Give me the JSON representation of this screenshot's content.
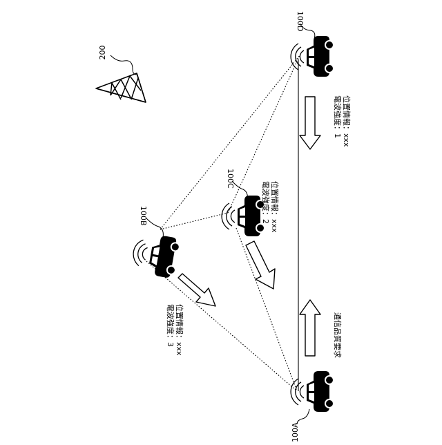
{
  "diagram": {
    "tower": {
      "ref": "200"
    },
    "vehicles": [
      {
        "id": "A",
        "ref": "100A"
      },
      {
        "id": "B",
        "ref": "100B",
        "signal_line": "電波強度：3",
        "position_line": "位置情報：xxx"
      },
      {
        "id": "C",
        "ref": "100C",
        "signal_line": "電波強度：2",
        "position_line": "位置情報：xxx"
      },
      {
        "id": "D",
        "ref": "100D",
        "signal_line": "電波強度：1",
        "position_line": "位置情報：xxx"
      }
    ],
    "request_label": "通信品質要求"
  }
}
